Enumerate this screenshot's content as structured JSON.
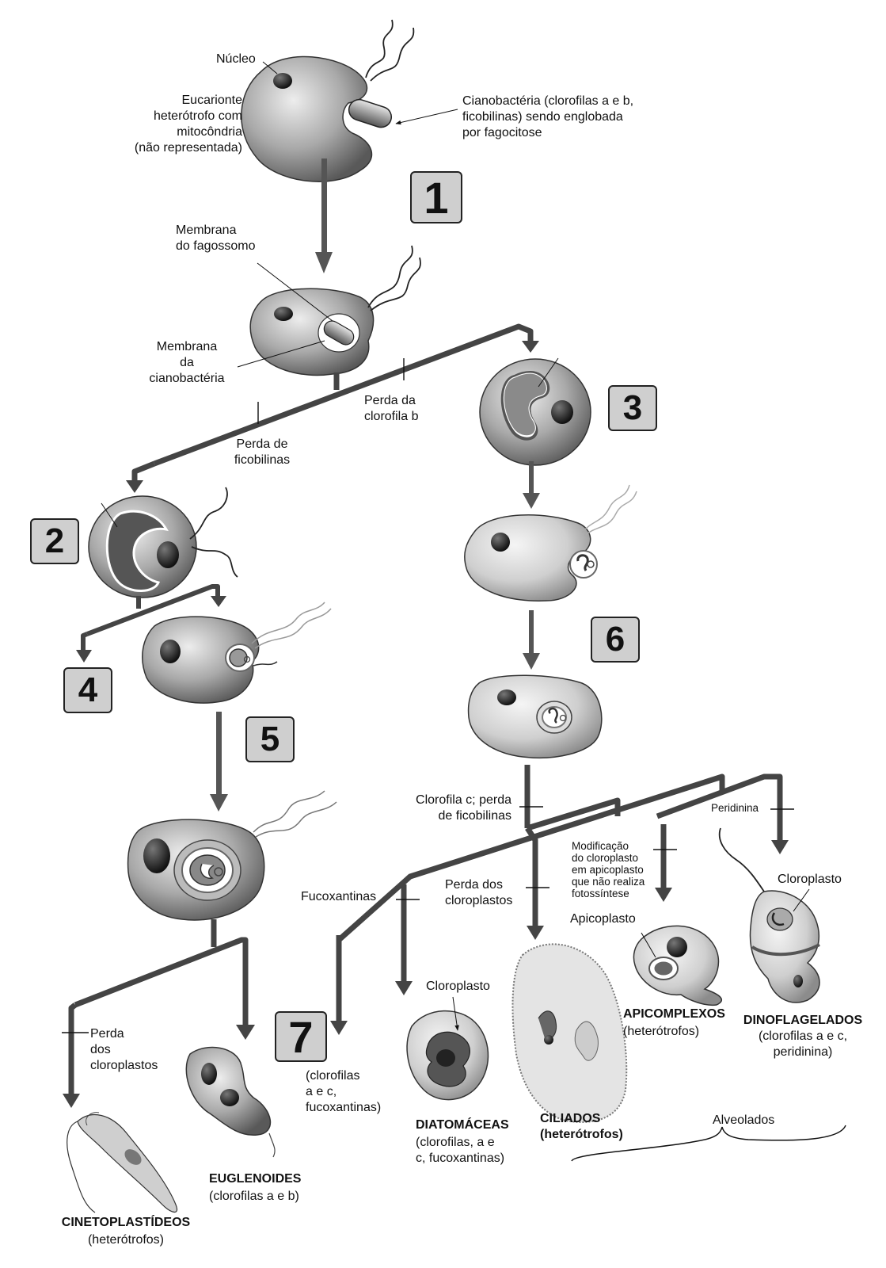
{
  "stage1": {
    "number": "1",
    "nucleus_label": "Núcleo",
    "host_label": "Eucarionte\nheterótrofo com\nmitocôndria\n(não representada)",
    "cyano_label": "Cianobactéria (clorofilas a e b,\nficobilinas) sendo englobada\npor fagocitose"
  },
  "membranes": {
    "phagosome": "Membrana\ndo fagossomo",
    "cyanobacteria": "Membrana\nda\ncianobactéria"
  },
  "branches": {
    "loss_chl_b": "Perda da\nclorofila b",
    "loss_phycobilins": "Perda de\nficobilinas"
  },
  "numbers": {
    "n2": "2",
    "n3": "3",
    "n4": "4",
    "n5": "5",
    "n6": "6",
    "n7": "7"
  },
  "lineage6": {
    "chl_c": "Clorofila c; perda\nde ficobilinas",
    "peridinin": "Peridinina",
    "apicoplast_mod": "Modificação\ndo cloroplasto\nem apicoplasto\nque não realiza\nfotossíntese",
    "fucoxanthins": "Fucoxantinas",
    "loss_chloroplasts": "Perda dos\ncloroplastos",
    "chloroplast_dino": "Cloroplasto",
    "apicoplast": "Apicoplasto",
    "chloroplast_diatom": "Cloroplasto"
  },
  "groups": {
    "n7_pigments": "(clorofilas\na e c,\nfucoxantinas)",
    "diatoms_name": "DIATOMÁCEAS",
    "diatoms_pigments": "(clorofilas, a e\nc, fucoxantinas)",
    "ciliates_name": "CILIADOS",
    "ciliates_note": "(heterótrofos)",
    "apicomplexa_name": "APICOMPLEXOS",
    "apicomplexa_note": "(heterótrofos)",
    "dino_name": "DINOFLAGELADOS",
    "dino_pigments": "(clorofilas a e c,\nperidinina)",
    "alveolates": "Alveolados",
    "euglenoids_name": "EUGLENOIDES",
    "euglenoids_pigments": "(clorofilas a e b)",
    "kineto_name": "CINETOPLASTÍDEOS",
    "kineto_note": "(heterótrofos)",
    "kineto_loss": "Perda\ndos\ncloroplastos"
  }
}
